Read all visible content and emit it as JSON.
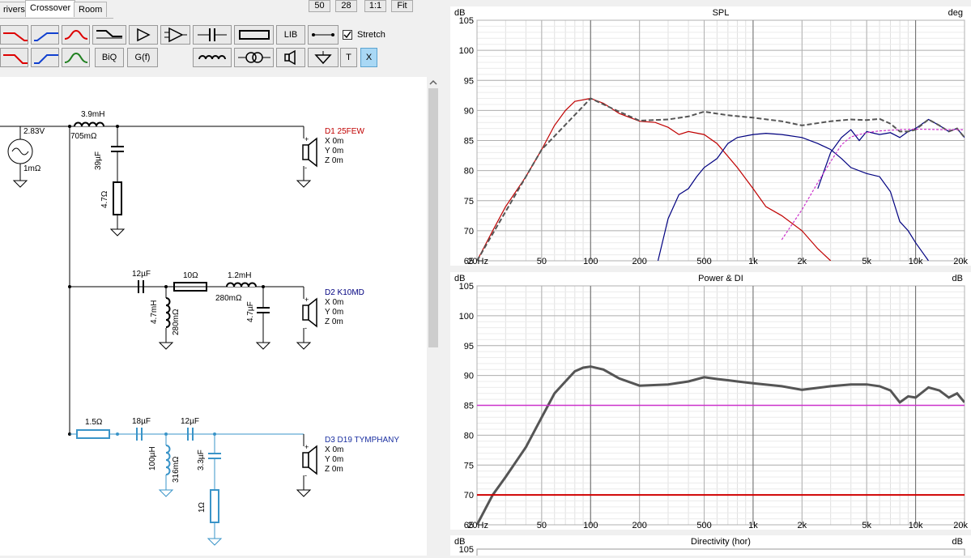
{
  "tabs": [
    {
      "label": "rivers",
      "active": false
    },
    {
      "label": "Crossover",
      "active": true
    },
    {
      "label": "Room",
      "active": false
    }
  ],
  "zoom_buttons": [
    "50",
    "28",
    "1:1",
    "Fit"
  ],
  "toolbar": {
    "biq_label": "BiQ",
    "gf_label": "G(f)",
    "lib_label": "LIB",
    "t_label": "T",
    "x_label": "X",
    "stretch_label": "Stretch",
    "stretch_checked": true
  },
  "colors": {
    "d1": "#c00000",
    "d2": "#000080",
    "d3": "#3a94c8",
    "accent": "#a9d8f5"
  },
  "schematic": {
    "source": {
      "voltage": "2.83V",
      "resistance": "1mΩ"
    },
    "branch1": {
      "inductor": "3.9mH",
      "inductor_r": "705mΩ",
      "cap": "39µF",
      "res": "4.7Ω",
      "driver": "D1 25FEW",
      "x": "X 0m",
      "y": "Y 0m",
      "z": "Z 0m"
    },
    "branch2": {
      "cap": "12µF",
      "res": "10Ω",
      "inductor": "1.2mH",
      "inductor_r": "280mΩ",
      "shunt_l": "4.7mH",
      "shunt_l_r": "280mΩ",
      "shunt_c": "4.7µF",
      "driver": "D2 K10MD",
      "x": "X 0m",
      "y": "Y 0m",
      "z": "Z 0m"
    },
    "branch3": {
      "res": "1.5Ω",
      "cap1": "18µF",
      "cap2": "12µF",
      "shunt_l": "100µH",
      "shunt_l_r": "316mΩ",
      "shunt_c": "3.3µF",
      "shunt_r": "1Ω",
      "driver": "D3 D19 TYMPHANY",
      "x": "X 0m",
      "y": "Y 0m",
      "z": "Z 0m"
    }
  },
  "x_ticks": [
    "20Hz",
    "50",
    "100",
    "200",
    "500",
    "1k",
    "2k",
    "5k",
    "10k",
    "20k"
  ],
  "y_ticks": [
    "105",
    "100",
    "95",
    "90",
    "85",
    "80",
    "75",
    "70",
    "65"
  ],
  "chart_data": [
    {
      "type": "line",
      "title": "SPL",
      "ylabel": "dB",
      "y2label": "deg",
      "xscale": "log",
      "xlim": [
        20,
        20000
      ],
      "ylim": [
        65,
        105
      ],
      "grid": true,
      "series": [
        {
          "color": "#c00000",
          "style": "solid",
          "x": [
            20,
            25,
            30,
            40,
            50,
            60,
            70,
            80,
            100,
            120,
            150,
            200,
            250,
            300,
            350,
            400,
            500,
            600,
            800,
            1000,
            1200,
            1500,
            2000,
            2500,
            3000
          ],
          "y": [
            65,
            70,
            74,
            79,
            83.5,
            87.5,
            90,
            91.5,
            92,
            91.2,
            89.5,
            88.2,
            88,
            87.2,
            86,
            86.5,
            86,
            84.5,
            80.5,
            77,
            74,
            72.5,
            70,
            67,
            65
          ]
        },
        {
          "color": "#000080",
          "style": "solid",
          "x": [
            260,
            300,
            350,
            400,
            450,
            500,
            600,
            700,
            800,
            1000,
            1200,
            1500,
            2000,
            2500,
            3000,
            3500,
            4000,
            5000,
            6000,
            7000,
            8000,
            9000,
            10000,
            12000,
            14000,
            16000,
            18000,
            20000
          ],
          "y": [
            65,
            72,
            76,
            77,
            79,
            80.5,
            82,
            84.5,
            85.5,
            86,
            86.2,
            86,
            85.5,
            84.5,
            83.5,
            82,
            80.5,
            79.5,
            79,
            76.5,
            71.5,
            70,
            68,
            65,
            null,
            null,
            null,
            null
          ]
        },
        {
          "color": "#000080",
          "style": "solid",
          "x": [
            2500,
            3000,
            3500,
            4000,
            4500,
            5000,
            6000,
            7000,
            8000,
            9000,
            10000,
            12000,
            14000,
            16000,
            18000,
            20000
          ],
          "y": [
            77,
            83,
            85.5,
            86.8,
            85,
            86.5,
            86,
            86.3,
            85.5,
            86.5,
            87,
            88.5,
            87.5,
            86.5,
            87,
            85.5
          ]
        },
        {
          "color": "#555555",
          "style": "dashed",
          "x": [
            20,
            50,
            100,
            150,
            200,
            300,
            400,
            500,
            700,
            1000,
            1500,
            2000,
            3000,
            4000,
            5000,
            6000,
            7000,
            8000,
            9000,
            10000,
            12000,
            14000,
            16000,
            18000,
            20000
          ],
          "y": [
            65,
            83.5,
            92,
            89.8,
            88.3,
            88.5,
            89,
            89.8,
            89.2,
            88.8,
            88.2,
            87.5,
            88.2,
            88.5,
            88.4,
            88.6,
            87.8,
            86.5,
            86.5,
            86.8,
            88.5,
            87.5,
            86.5,
            87,
            85.5
          ]
        },
        {
          "color": "#cc33cc",
          "style": "dotted",
          "x": [
            1500,
            2000,
            2500,
            3000,
            3500,
            4000,
            5000,
            6000,
            8000,
            10000,
            15000,
            20000
          ],
          "y": [
            68.5,
            73.5,
            78,
            81.5,
            84.3,
            85.6,
            86.3,
            86.6,
            86.8,
            86.9,
            86.8,
            86.8
          ]
        }
      ]
    },
    {
      "type": "line",
      "title": "Power & DI",
      "ylabel": "dB",
      "y2label": "dB",
      "xscale": "log",
      "xlim": [
        20,
        20000
      ],
      "ylim": [
        65,
        105
      ],
      "grid": true,
      "series": [
        {
          "color": "#555555",
          "style": "solid",
          "x": [
            20,
            25,
            30,
            40,
            50,
            60,
            70,
            80,
            90,
            100,
            120,
            150,
            200,
            300,
            400,
            500,
            600,
            700,
            800,
            1000,
            1500,
            2000,
            3000,
            4000,
            5000,
            6000,
            7000,
            8000,
            9000,
            10000,
            12000,
            14000,
            16000,
            18000,
            20000
          ],
          "y": [
            65,
            70,
            73,
            78,
            83,
            87,
            89,
            90.7,
            91.3,
            91.5,
            91,
            89.5,
            88.3,
            88.5,
            89,
            89.7,
            89.4,
            89.2,
            89,
            88.7,
            88.2,
            87.6,
            88.2,
            88.5,
            88.5,
            88.2,
            87.5,
            85.5,
            86.5,
            86.3,
            88,
            87.5,
            86.3,
            87,
            85.5
          ]
        },
        {
          "color": "#cc33cc",
          "style": "solid",
          "x": [
            20,
            20000
          ],
          "y": [
            85,
            85
          ]
        },
        {
          "color": "#d00000",
          "style": "solid",
          "x": [
            20,
            20000
          ],
          "y": [
            70,
            70
          ]
        }
      ]
    },
    {
      "type": "line",
      "title": "Directivity (hor)",
      "ylabel": "dB",
      "y2label": "dB",
      "ylim": [
        65,
        105
      ],
      "visible_ticks": [
        "105"
      ]
    }
  ]
}
